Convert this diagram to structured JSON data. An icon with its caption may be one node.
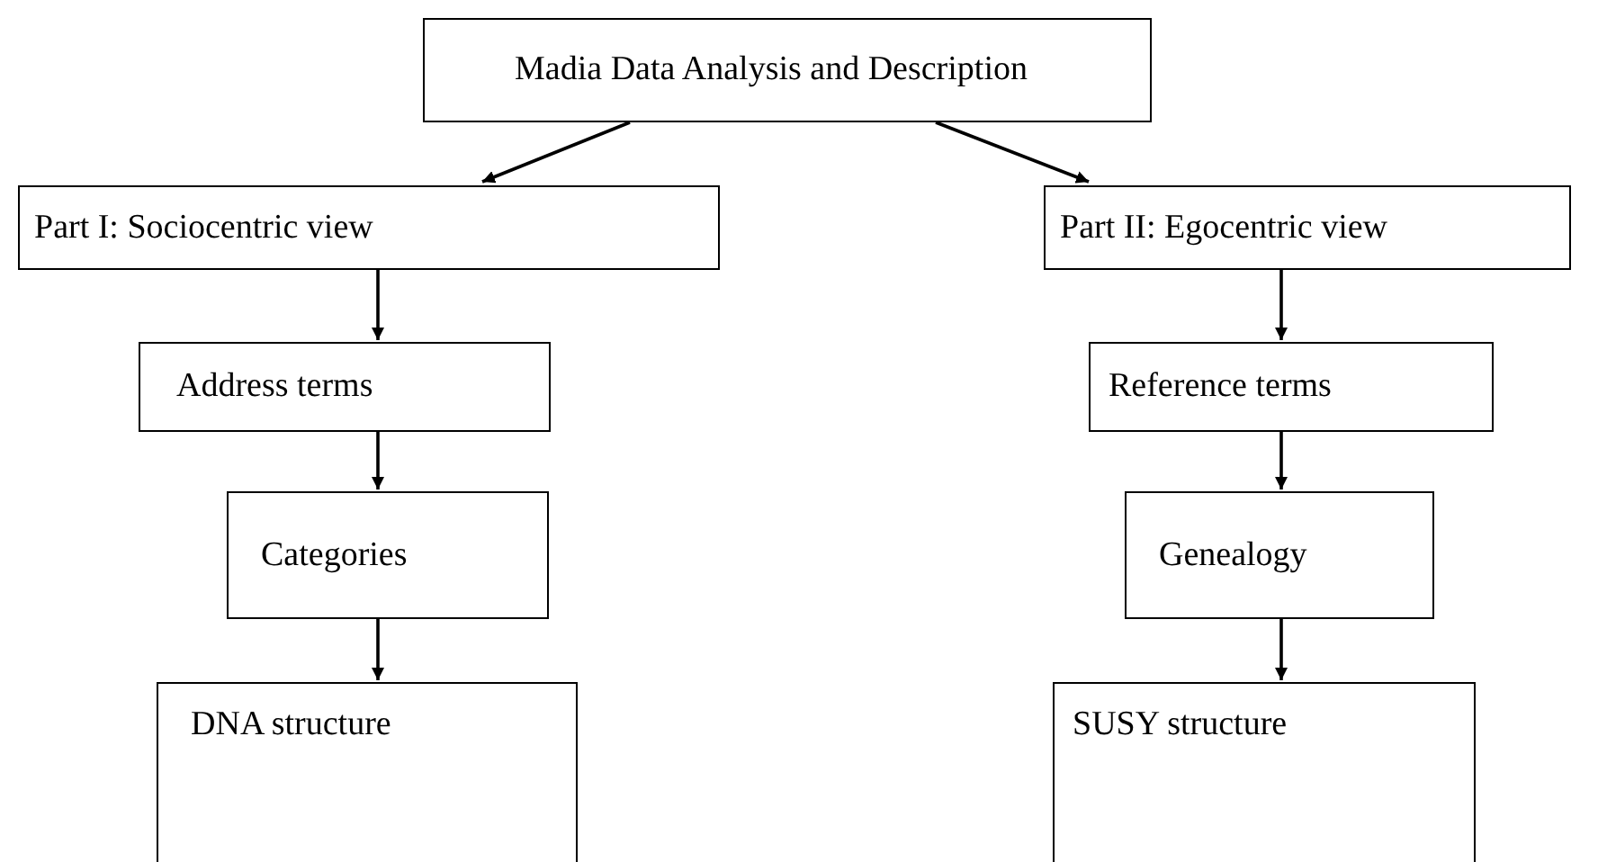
{
  "diagram": {
    "nodes": [
      {
        "text": [
          "Madia Data Analysis and Description"
        ]
      },
      {
        "text": [
          "Part I: Sociocentric view"
        ]
      },
      {
        "text": [
          "Part II: Egocentric view"
        ]
      },
      {
        "text": [
          "Address terms"
        ]
      },
      {
        "text": [
          "Reference terms"
        ]
      },
      {
        "text": [
          "Categories"
        ]
      },
      {
        "text": [
          "Genealogy"
        ]
      },
      {
        "text": [
          "DNA structure"
        ]
      },
      {
        "text": [
          "SUSY structure"
        ]
      }
    ],
    "edges": [
      {
        "from": 0,
        "to": 1,
        "arrow": "to"
      },
      {
        "from": 0,
        "to": 2,
        "arrow": "to"
      },
      {
        "from": 1,
        "to": 3,
        "arrow": "to"
      },
      {
        "from": 3,
        "to": 5,
        "arrow": "to"
      },
      {
        "from": 5,
        "to": 7,
        "arrow": "to"
      },
      {
        "from": 2,
        "to": 4,
        "arrow": "to"
      },
      {
        "from": 4,
        "to": 6,
        "arrow": "to"
      },
      {
        "from": 6,
        "to": 8,
        "arrow": "to"
      }
    ]
  }
}
